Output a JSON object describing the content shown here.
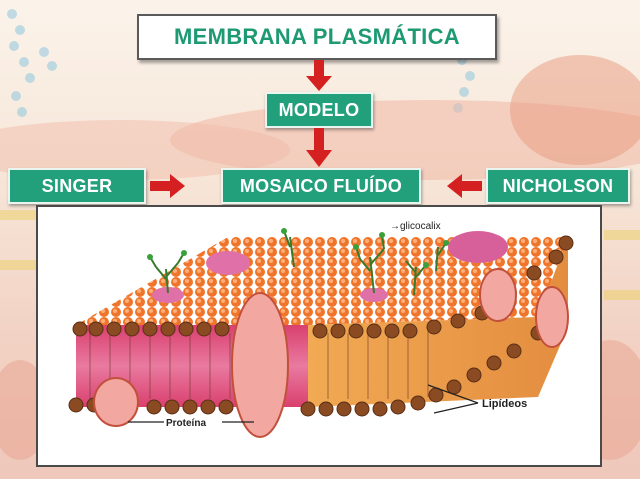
{
  "title": "MEMBRANA PLASMÁTICA",
  "modelo": "MODELO",
  "singer": "SINGER",
  "mosaico": "MOSAICO FLUÍDO",
  "nicholson": "NICHOLSON",
  "labels": {
    "glicocalix": "glicocalix",
    "lipideos": "Lipídeos",
    "proteina": "Proteína"
  },
  "colors": {
    "green": "#22a07c",
    "arrow_red": "#d42020",
    "lipid_head": "#8a4a22",
    "membrane_top": "#f2762e"
  }
}
